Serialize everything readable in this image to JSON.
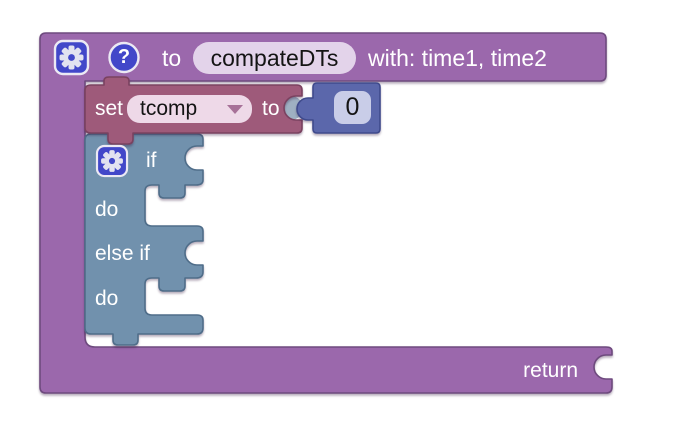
{
  "procedure_block": {
    "to_label": "to",
    "name": "compateDTs",
    "params_label": "with: time1, time2",
    "return_label": "return",
    "color": "#9b68ac"
  },
  "set_block": {
    "set_label": "set",
    "variable_name": "tcomp",
    "to_label": "to",
    "color": "#9e5a7a"
  },
  "number_block": {
    "value": "0",
    "color": "#5b67ab"
  },
  "if_block": {
    "if_label": "if",
    "do_label": "do",
    "else_if_label": "else if",
    "do2_label": "do",
    "color": "#7191ad"
  },
  "icons": {
    "gear": "gear-icon",
    "help_label": "?",
    "icon_color": "#4247c9"
  }
}
